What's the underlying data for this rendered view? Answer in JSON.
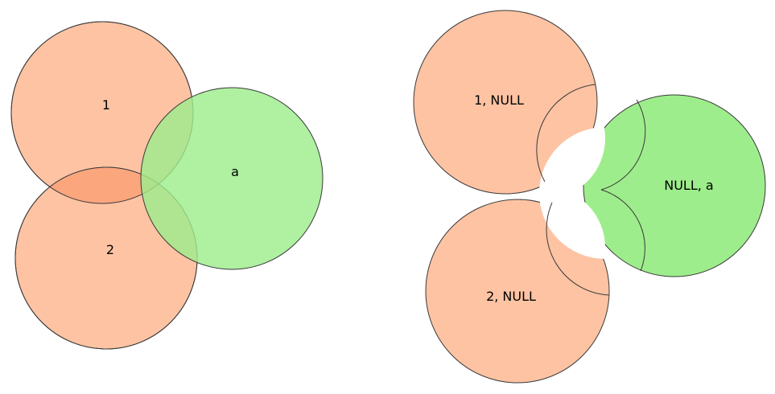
{
  "colors": {
    "orange_fill": "#fdc3a3",
    "orange_overlap": "#fca67e",
    "green_fill": "#9eed8c",
    "outline": "#3a3a3a",
    "background": "#ffffff"
  },
  "left_panel": {
    "circle_1_label": "1",
    "circle_2_label": "2",
    "circle_a_label": "a"
  },
  "right_panel": {
    "piece_1_label": "1, NULL",
    "piece_2_label": "2, NULL",
    "piece_a_label": "NULL, a"
  }
}
